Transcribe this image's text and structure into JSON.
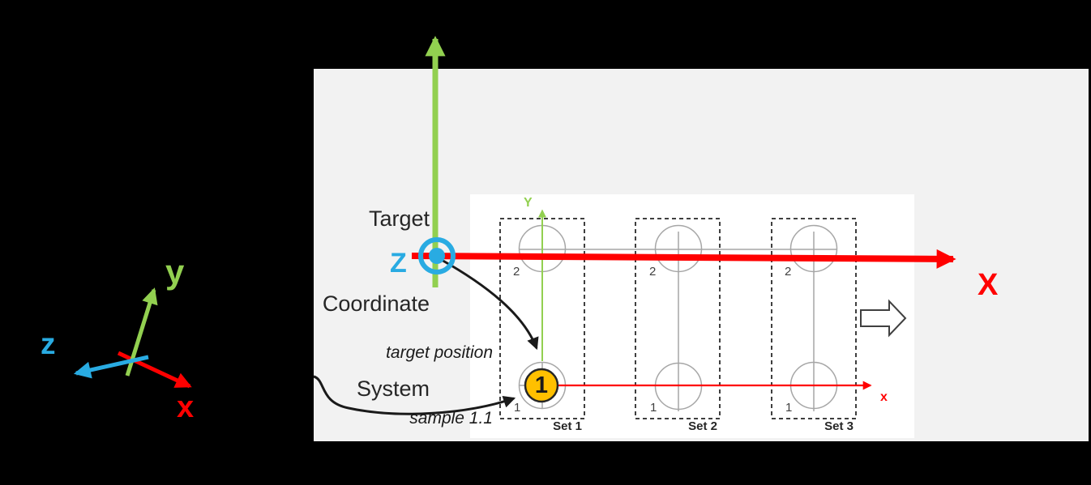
{
  "colors": {
    "green": "#92D050",
    "blue": "#29ABE2",
    "red": "#FF0000",
    "orange": "#FFC000",
    "panel_gray": "#F2F2F2",
    "panel_white": "#FFFFFF"
  },
  "mini_axes": {
    "y_label": "y",
    "z_label": "z",
    "x_label": "x"
  },
  "target_cs": {
    "title_lines": [
      "Target",
      "Coordinate",
      "System"
    ],
    "z_label": "Z",
    "x_label": "X",
    "annotation_lines": [
      "target position",
      "sample 1.1"
    ]
  },
  "sample_grid": {
    "y_label": "Y",
    "x_label": "x",
    "sample_marker": "1",
    "sets": [
      {
        "label": "Set 1",
        "top_pos": "2",
        "bottom_pos": "1"
      },
      {
        "label": "Set 2",
        "top_pos": "2",
        "bottom_pos": "1"
      },
      {
        "label": "Set 3",
        "top_pos": "2",
        "bottom_pos": "1"
      }
    ]
  }
}
